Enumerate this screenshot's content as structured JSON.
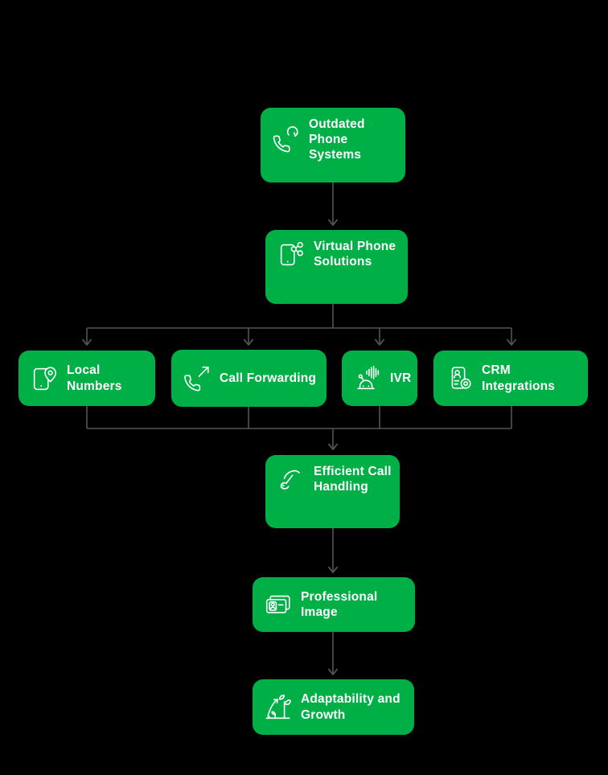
{
  "diagram": {
    "type": "flowchart",
    "background_color": "#000000",
    "node_color": "#00AF45",
    "connector_color": "#545454",
    "text_color": "#FFFFFF"
  },
  "nodes": [
    {
      "id": "outdated-phone-systems",
      "label": "Outdated\nPhone\nSystems",
      "icon": "phone-refresh-icon"
    },
    {
      "id": "virtual-phone-solutions",
      "label": "Virtual Phone\nSolutions",
      "icon": "phone-network-icon"
    },
    {
      "id": "local-numbers",
      "label": "Local\nNumbers",
      "icon": "phone-location-icon"
    },
    {
      "id": "call-forwarding",
      "label": "Call Forwarding",
      "icon": "phone-forward-icon"
    },
    {
      "id": "ivr",
      "label": "IVR",
      "icon": "voice-bot-icon"
    },
    {
      "id": "crm-integrations",
      "label": "CRM\nIntegrations",
      "icon": "contact-card-icon"
    },
    {
      "id": "efficient-call-handling",
      "label": "Efficient Call\nHandling",
      "icon": "hand-dial-icon"
    },
    {
      "id": "professional-image",
      "label": "Professional\nImage",
      "icon": "id-badge-icon"
    },
    {
      "id": "adaptability-and-growth",
      "label": "Adaptability and\nGrowth",
      "icon": "growth-icon"
    }
  ],
  "edges": [
    {
      "from": "outdated-phone-systems",
      "to": "virtual-phone-solutions"
    },
    {
      "from": "virtual-phone-solutions",
      "to": "local-numbers"
    },
    {
      "from": "virtual-phone-solutions",
      "to": "call-forwarding"
    },
    {
      "from": "virtual-phone-solutions",
      "to": "ivr"
    },
    {
      "from": "virtual-phone-solutions",
      "to": "crm-integrations"
    },
    {
      "from": "local-numbers",
      "to": "efficient-call-handling"
    },
    {
      "from": "call-forwarding",
      "to": "efficient-call-handling"
    },
    {
      "from": "ivr",
      "to": "efficient-call-handling"
    },
    {
      "from": "crm-integrations",
      "to": "efficient-call-handling"
    },
    {
      "from": "efficient-call-handling",
      "to": "professional-image"
    },
    {
      "from": "professional-image",
      "to": "adaptability-and-growth"
    }
  ]
}
